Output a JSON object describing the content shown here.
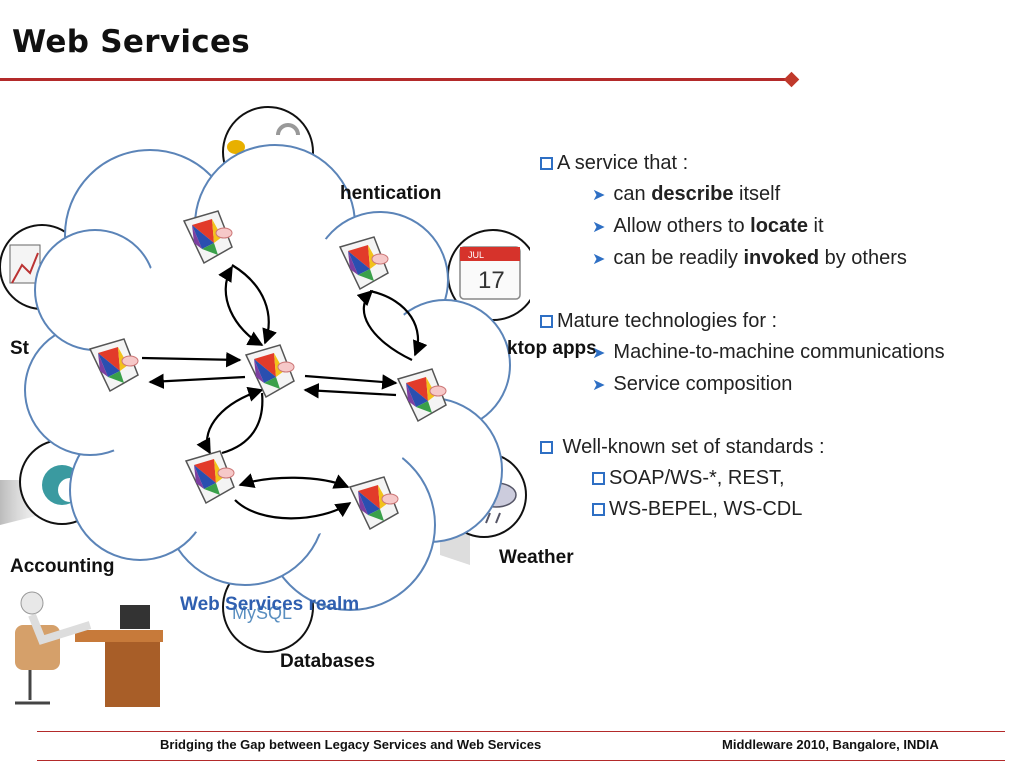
{
  "slide": {
    "title": "Web Services"
  },
  "diagram": {
    "labels": {
      "authentication": "hentication",
      "storage": "St",
      "desktop_apps": "ktop apps",
      "accounting": "Accounting",
      "weather": "Weather",
      "databases": "Databases",
      "realm": "Web Services realm",
      "calendar_month": "JUL",
      "calendar_day": "17",
      "mysql": "MySQL"
    }
  },
  "bullets": {
    "s1": {
      "prefix": "A service that  :",
      "items": [
        {
          "pre": "can ",
          "bold": "describe",
          "post": " itself"
        },
        {
          "pre": "Allow others to ",
          "bold": "locate",
          "post": " it"
        },
        {
          "pre": "can be readily ",
          "bold": "invoked",
          "post": " by others"
        }
      ]
    },
    "s2": {
      "prefix": "Mature technologies for :",
      "items": [
        "Machine-to-machine communications",
        "Service composition"
      ]
    },
    "s3": {
      "prefix": " Well-known set of standards :",
      "items": [
        "SOAP/WS-*, REST,",
        "WS-BEPEL, WS-CDL"
      ]
    }
  },
  "footer": {
    "left": "Bridging the Gap between Legacy Services and Web Services",
    "right": "Middleware 2010, Bangalore, INDIA"
  },
  "colors": {
    "accent_red": "#b32a2a",
    "bullet_blue": "#2e6fc4",
    "cloud_stroke": "#5b84b8",
    "realm_text": "#2f5fb0"
  }
}
